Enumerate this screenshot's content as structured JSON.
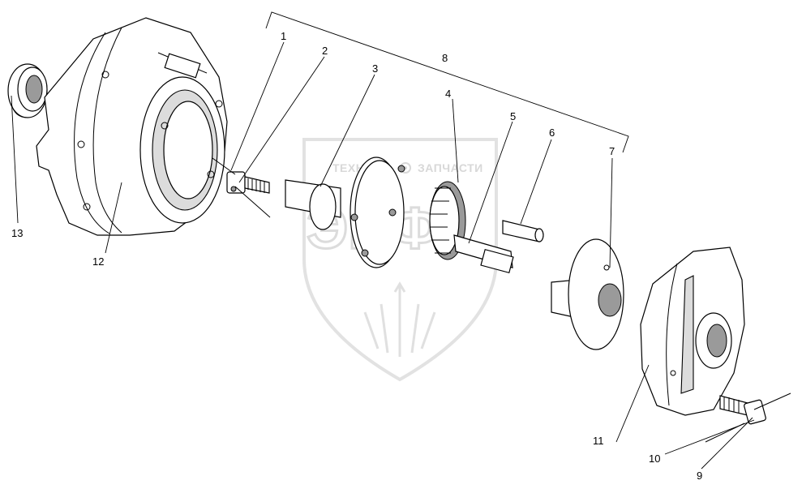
{
  "watermark": {
    "brand_left": "ТЕХНИКА",
    "brand_right": "ЗАПЧАСТИ",
    "monogram": "ЭПФ"
  },
  "callouts": [
    {
      "id": "1",
      "label": "1"
    },
    {
      "id": "2",
      "label": "2"
    },
    {
      "id": "3",
      "label": "3"
    },
    {
      "id": "4",
      "label": "4"
    },
    {
      "id": "5",
      "label": "5"
    },
    {
      "id": "6",
      "label": "6"
    },
    {
      "id": "7",
      "label": "7"
    },
    {
      "id": "8",
      "label": "8"
    },
    {
      "id": "9",
      "label": "9"
    },
    {
      "id": "10",
      "label": "10"
    },
    {
      "id": "11",
      "label": "11"
    },
    {
      "id": "12",
      "label": "12"
    },
    {
      "id": "13",
      "label": "13"
    }
  ]
}
